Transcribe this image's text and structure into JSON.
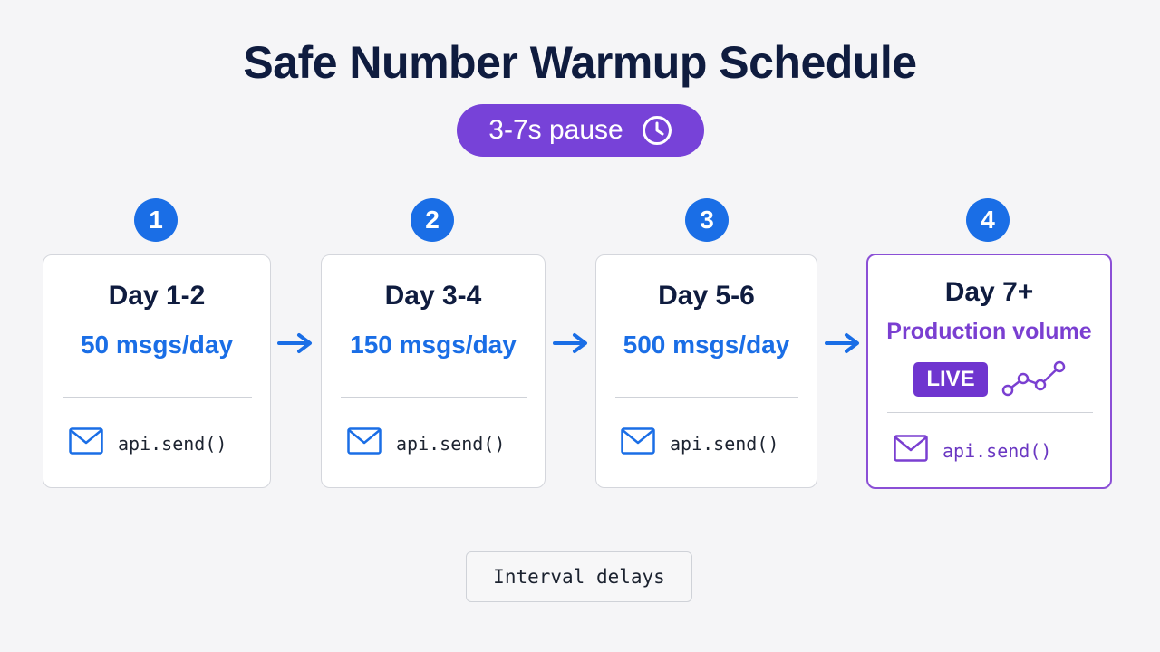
{
  "title": "Safe Number Warmup Schedule",
  "pause_pill": {
    "label": "3-7s pause",
    "icon": "clock-icon"
  },
  "steps": [
    {
      "number": "1",
      "day": "Day 1-2",
      "volume": "50 msgs/day",
      "api": "api.send()"
    },
    {
      "number": "2",
      "day": "Day 3-4",
      "volume": "150 msgs/day",
      "api": "api.send()"
    },
    {
      "number": "3",
      "day": "Day 5-6",
      "volume": "500 msgs/day",
      "api": "api.send()"
    },
    {
      "number": "4",
      "day": "Day 7+",
      "volume": "Production volume",
      "badge": "LIVE",
      "api": "api.send()"
    }
  ],
  "footer_label": "Interval delays",
  "colors": {
    "accent_blue": "#1a6ee6",
    "accent_purple": "#7742d8",
    "title_navy": "#0f1c3f",
    "background": "#f5f5f7"
  }
}
